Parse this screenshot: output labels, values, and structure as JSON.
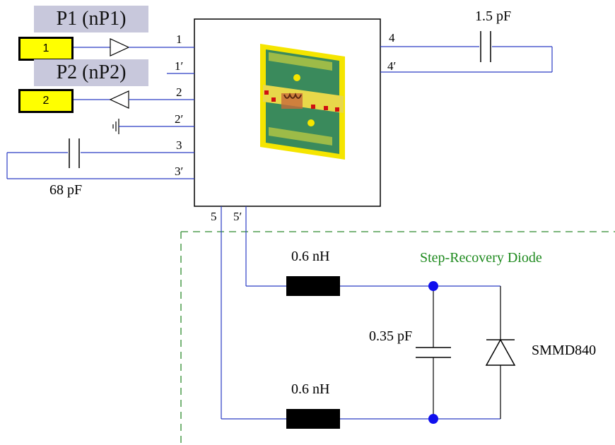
{
  "ports": {
    "p1_title": "P1 (nP1)",
    "p1_number": "1",
    "p2_title": "P2 (nP2)",
    "p2_number": "2"
  },
  "pins": {
    "pin1": "1",
    "pin1p": "1′",
    "pin2": "2",
    "pin2p": "2′",
    "pin3": "3",
    "pin3p": "3′",
    "pin4": "4",
    "pin4p": "4′",
    "pin5": "5",
    "pin5p": "5′"
  },
  "components": {
    "cap_top": "1.5 pF",
    "cap_left": "68 pF",
    "ind_top": "0.6 nH",
    "ind_bottom": "0.6 nH",
    "cap_diode": "0.35 pF",
    "diode_part": "SMMD840"
  },
  "labels": {
    "diode_group": "Step-Recovery Diode"
  },
  "colors": {
    "wire": "#2b3cc4",
    "node": "#1010ee",
    "dashed_box": "#2e8b2e",
    "port_title_bg": "#c8c8dc",
    "port_box_bg": "#ffff00"
  }
}
